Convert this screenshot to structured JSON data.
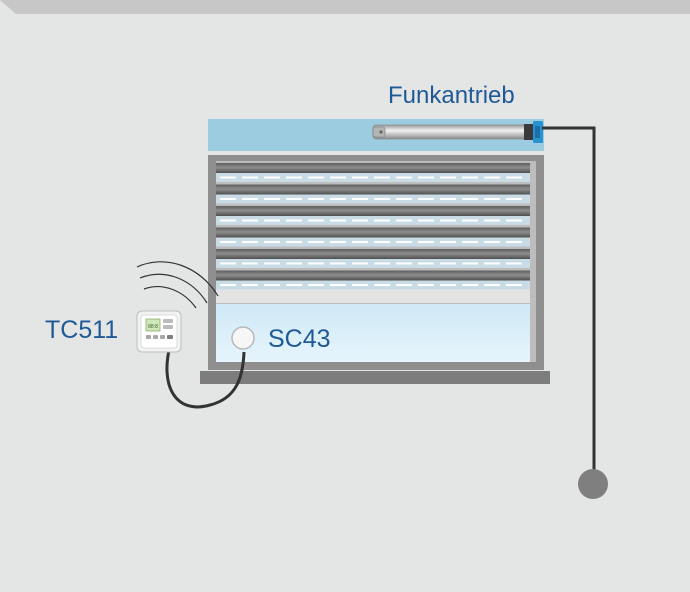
{
  "labels": {
    "motor": "Funkantrieb",
    "control_unit": "TC511",
    "sensor": "SC43"
  },
  "colors": {
    "background": "#e4e5e5",
    "top_band": "#c7c7c7",
    "label_text": "#1f5a96",
    "cable": "#333333",
    "weight": "#7f7f7f",
    "shutter_box": "#9bcce0",
    "window_glass": "#d8eefa",
    "frame": "#8f8f8f",
    "sill": "#7d7d7d"
  },
  "icons": {
    "motor": "tubular-motor-icon",
    "control_unit": "wall-control-unit-icon",
    "sensor": "sun-sensor-icon",
    "radio": "radio-waves-icon",
    "weight": "cord-weight-icon"
  }
}
